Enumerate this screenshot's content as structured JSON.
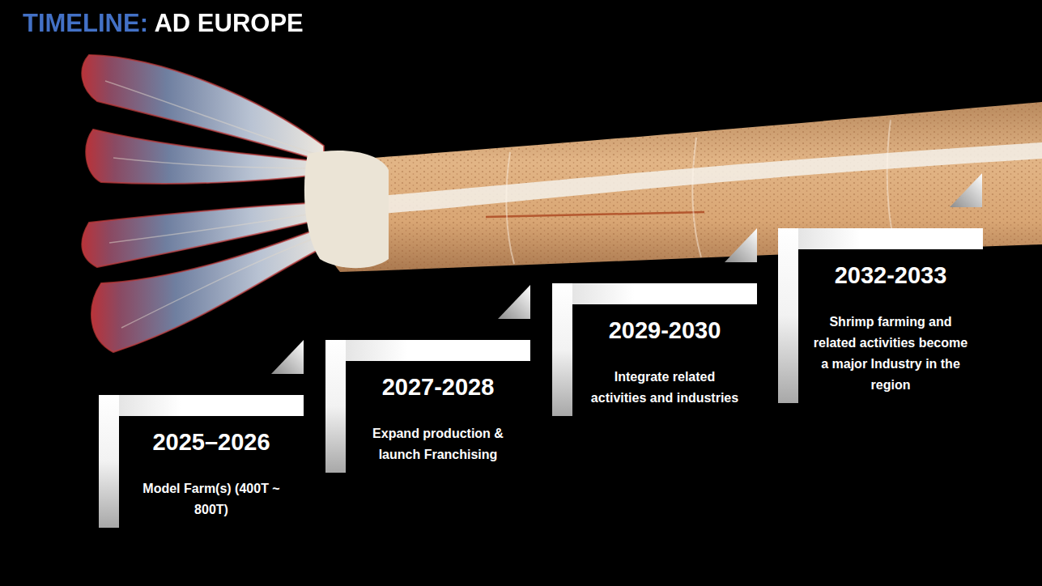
{
  "diagram": {
    "title": "TIMELINE: AD EUROPE",
    "nodes": [
      {
        "text": [
          "2025–2026",
          "Model Farm(s) (400T ~ 800T)"
        ]
      },
      {
        "text": [
          "2027-2028",
          "Expand production & launch Franchising"
        ]
      },
      {
        "text": [
          "2029-2030",
          "Integrate related activities and industries"
        ]
      },
      {
        "text": [
          "2032-2033",
          "Shrimp farming and related activities become a major Industry in the region"
        ]
      }
    ]
  }
}
